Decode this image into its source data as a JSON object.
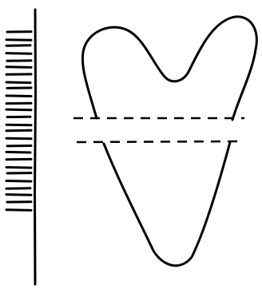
{
  "diagram": {
    "ink_color": "#000000",
    "background_color": "#ffffff",
    "elements": [
      "vertical-axis-line",
      "hatch-marks",
      "heart-outline",
      "dashed-section-line-upper",
      "dashed-section-line-lower"
    ],
    "hatch_mark_count": 26
  }
}
